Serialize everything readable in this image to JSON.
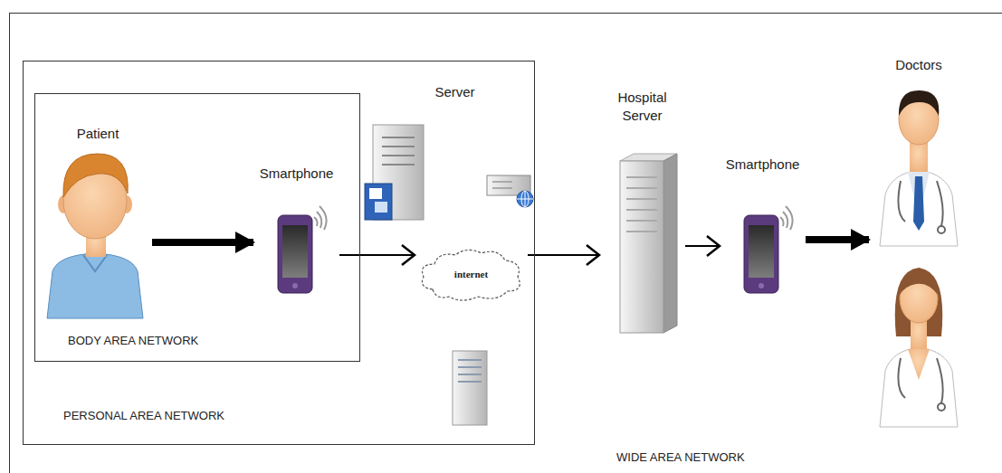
{
  "diagram": {
    "nodes": [
      {
        "text": [
          "WIDE AREA NETWORK"
        ]
      },
      {
        "text": [
          "PERSONAL AREA NETWORK"
        ],
        "in": 0
      },
      {
        "text": [
          "BODY AREA NETWORK"
        ],
        "in": 1
      },
      {
        "text": [
          "Patient"
        ],
        "in": 2
      },
      {
        "text": [
          "Smartphone"
        ],
        "in": 2
      },
      {
        "text": [
          "Server"
        ],
        "in": 1
      },
      {
        "text": [
          "internet"
        ],
        "in": 1
      },
      {
        "text": [
          "Hospital Server"
        ],
        "in": 0
      },
      {
        "text": [
          "Smartphone"
        ],
        "in": 0
      },
      {
        "text": [
          "Doctors"
        ],
        "in": 0
      }
    ],
    "edges": [
      {
        "from": 3,
        "to": 4,
        "arrow": "to"
      },
      {
        "from": 4,
        "to": 6,
        "arrow": "to"
      },
      {
        "from": 6,
        "to": 7,
        "arrow": "to"
      },
      {
        "from": 7,
        "to": 8,
        "arrow": "to"
      },
      {
        "from": 8,
        "to": 9,
        "arrow": "to"
      }
    ]
  }
}
